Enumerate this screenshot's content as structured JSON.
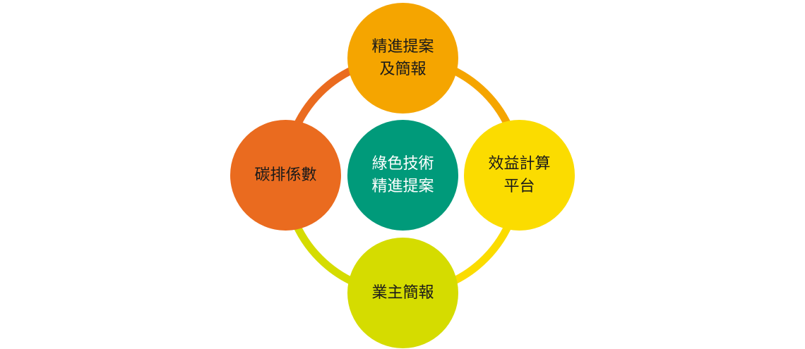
{
  "diagram": {
    "center": {
      "lines": [
        "綠色技術",
        "精進提案"
      ],
      "color": "#009a7a"
    },
    "top": {
      "lines": [
        "精進提案",
        "及簡報"
      ],
      "color": "#f5a500"
    },
    "right": {
      "lines": [
        "效益計算",
        "平台"
      ],
      "color": "#fbdc00"
    },
    "bottom": {
      "lines": [
        "業主簡報"
      ],
      "color": "#d5dc00"
    },
    "left": {
      "lines": [
        "碳排係數"
      ],
      "color": "#ea6b1f"
    }
  }
}
